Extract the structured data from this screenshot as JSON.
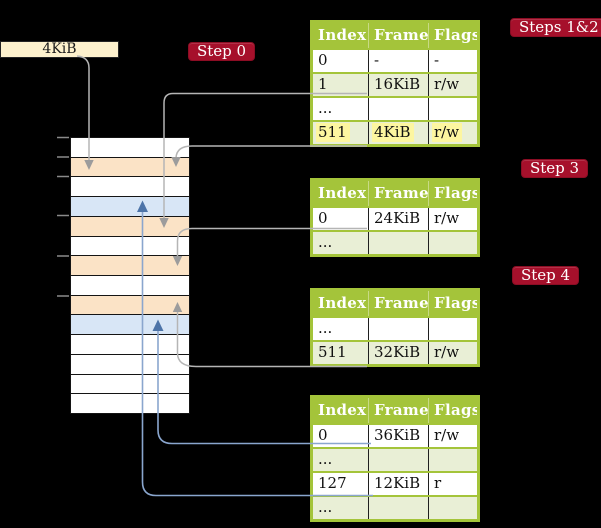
{
  "palette": {
    "background": "#000000",
    "table_header_green": "#a4c43a",
    "table_row_green": "#e9efd6",
    "table_row_white": "#ffffff",
    "frame_peach": "#fbe3c6",
    "frame_blue": "#d8e6f6",
    "size_box_cream": "#fdf1cd",
    "step_label_crimson": "#a6102b",
    "highlight_yellow": "#fdf6a0",
    "gray_pointer": "#b5b5b5",
    "blue_pointer": "#8aa6ce"
  },
  "labels": {
    "size_label": "4KiB",
    "step0": "Step 0",
    "steps12": "Steps 1&2",
    "step3": "Step 3",
    "step4": "Step 4"
  },
  "memory": {
    "frames": [
      "white",
      "peach",
      "white",
      "blue",
      "peach",
      "white",
      "peach",
      "white",
      "peach",
      "blue",
      "white",
      "white",
      "white",
      "white"
    ]
  },
  "tables": [
    {
      "name": "steps-1-2-table",
      "headers": [
        "Index",
        "Frame",
        "Flags"
      ],
      "rows": [
        {
          "cells": [
            "0",
            "-",
            "-"
          ],
          "shade": false,
          "highlight": false
        },
        {
          "cells": [
            "1",
            "16KiB",
            "r/w"
          ],
          "shade": true,
          "highlight": false
        },
        {
          "cells": [
            "...",
            "",
            ""
          ],
          "shade": false,
          "highlight": false
        },
        {
          "cells": [
            "511",
            "4KiB",
            "r/w"
          ],
          "shade": true,
          "highlight": true
        }
      ]
    },
    {
      "name": "step-3-table",
      "headers": [
        "Index",
        "Frame",
        "Flags"
      ],
      "rows": [
        {
          "cells": [
            "0",
            "24KiB",
            "r/w"
          ],
          "shade": false,
          "highlight": false
        },
        {
          "cells": [
            "...",
            "",
            ""
          ],
          "shade": true,
          "highlight": false
        }
      ]
    },
    {
      "name": "step-4-table",
      "headers": [
        "Index",
        "Frame",
        "Flags"
      ],
      "rows": [
        {
          "cells": [
            "...",
            "",
            ""
          ],
          "shade": false,
          "highlight": false
        },
        {
          "cells": [
            "511",
            "32KiB",
            "r/w"
          ],
          "shade": true,
          "highlight": false
        }
      ]
    },
    {
      "name": "final-step-table",
      "headers": [
        "Index",
        "Frame",
        "Flags"
      ],
      "rows": [
        {
          "cells": [
            "0",
            "36KiB",
            "r/w"
          ],
          "shade": false,
          "highlight": false
        },
        {
          "cells": [
            "...",
            "",
            ""
          ],
          "shade": true,
          "highlight": false
        },
        {
          "cells": [
            "127",
            "12KiB",
            "r"
          ],
          "shade": false,
          "highlight": false
        },
        {
          "cells": [
            "...",
            "",
            ""
          ],
          "shade": true,
          "highlight": false
        }
      ]
    }
  ]
}
